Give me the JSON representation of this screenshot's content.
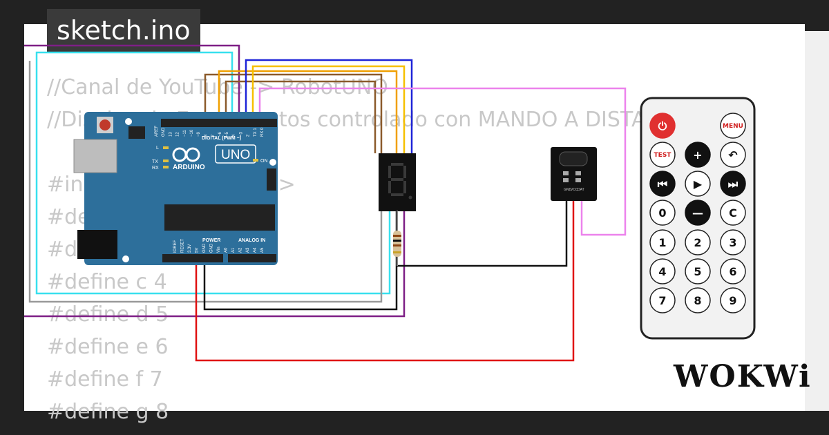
{
  "file_tab": {
    "label": "sketch.ino"
  },
  "code_lines": [
    "//Canal de YouTube -> RobotUNO",
    "//Display de 7 segmentos controlado con MANDO A DISTANCIA",
    "",
    "#include <IRremote.h>",
    "#define a 2",
    "#define b 3",
    "#define c 4",
    "#define d 5",
    "#define e 6",
    "#define f 7",
    "#define g 8"
  ],
  "arduino": {
    "model_label": "UNO",
    "brand": "ARDUINO",
    "header_digital": "DIGITAL (PWM ~)",
    "header_power": "POWER",
    "header_analog": "ANALOG IN",
    "on_label": "ON",
    "led_labels": [
      "L",
      "TX",
      "RX"
    ],
    "top_pins": [
      "AREF",
      "GND",
      "13",
      "12",
      "~11",
      "~10",
      "~9",
      "8",
      "7",
      "~6",
      "~5",
      "4",
      "~3",
      "2",
      "TX 1",
      "RX 0"
    ],
    "bottom_pins": [
      "IOREF",
      "RESET",
      "3.3V",
      "5V",
      "GND",
      "GND",
      "Vin",
      "A0",
      "A1",
      "A2",
      "A3",
      "A4",
      "A5"
    ]
  },
  "display": {
    "digit": "8"
  },
  "ir_receiver": {
    "pins": [
      "GND",
      "VCC",
      "DAT"
    ]
  },
  "remote": {
    "buttons": [
      {
        "label": "⏻",
        "icon": "power-icon",
        "style": "red"
      },
      {
        "label": "",
        "style": "none"
      },
      {
        "label": "MENU",
        "style": "light-red"
      },
      {
        "label": "TEST",
        "style": "light-red"
      },
      {
        "label": "+",
        "icon": "plus-icon",
        "style": "dark"
      },
      {
        "label": "↶",
        "icon": "back-icon",
        "style": "light"
      },
      {
        "label": "⏮",
        "icon": "prev-icon",
        "style": "dark"
      },
      {
        "label": "▶",
        "icon": "play-icon",
        "style": "light"
      },
      {
        "label": "⏭",
        "icon": "next-icon",
        "style": "dark"
      },
      {
        "label": "0",
        "style": "light"
      },
      {
        "label": "—",
        "icon": "minus-icon",
        "style": "dark"
      },
      {
        "label": "C",
        "style": "light"
      },
      {
        "label": "1",
        "style": "light"
      },
      {
        "label": "2",
        "style": "light"
      },
      {
        "label": "3",
        "style": "light"
      },
      {
        "label": "4",
        "style": "light"
      },
      {
        "label": "5",
        "style": "light"
      },
      {
        "label": "6",
        "style": "light"
      },
      {
        "label": "7",
        "style": "light"
      },
      {
        "label": "8",
        "style": "light"
      },
      {
        "label": "9",
        "style": "light"
      }
    ]
  },
  "brand_logo": "WOKWi",
  "colors": {
    "board": "#2d6f9b",
    "wire_purple": "#7e1f86",
    "wire_cyan": "#38e0ee",
    "wire_gray": "#999999",
    "wire_brown": "#8b5a2b",
    "wire_orange": "#f0a000",
    "wire_yellow": "#f6c000",
    "wire_blue": "#1e24d8",
    "wire_pink": "#ec82ec",
    "wire_black": "#111111",
    "wire_red": "#e01010"
  }
}
